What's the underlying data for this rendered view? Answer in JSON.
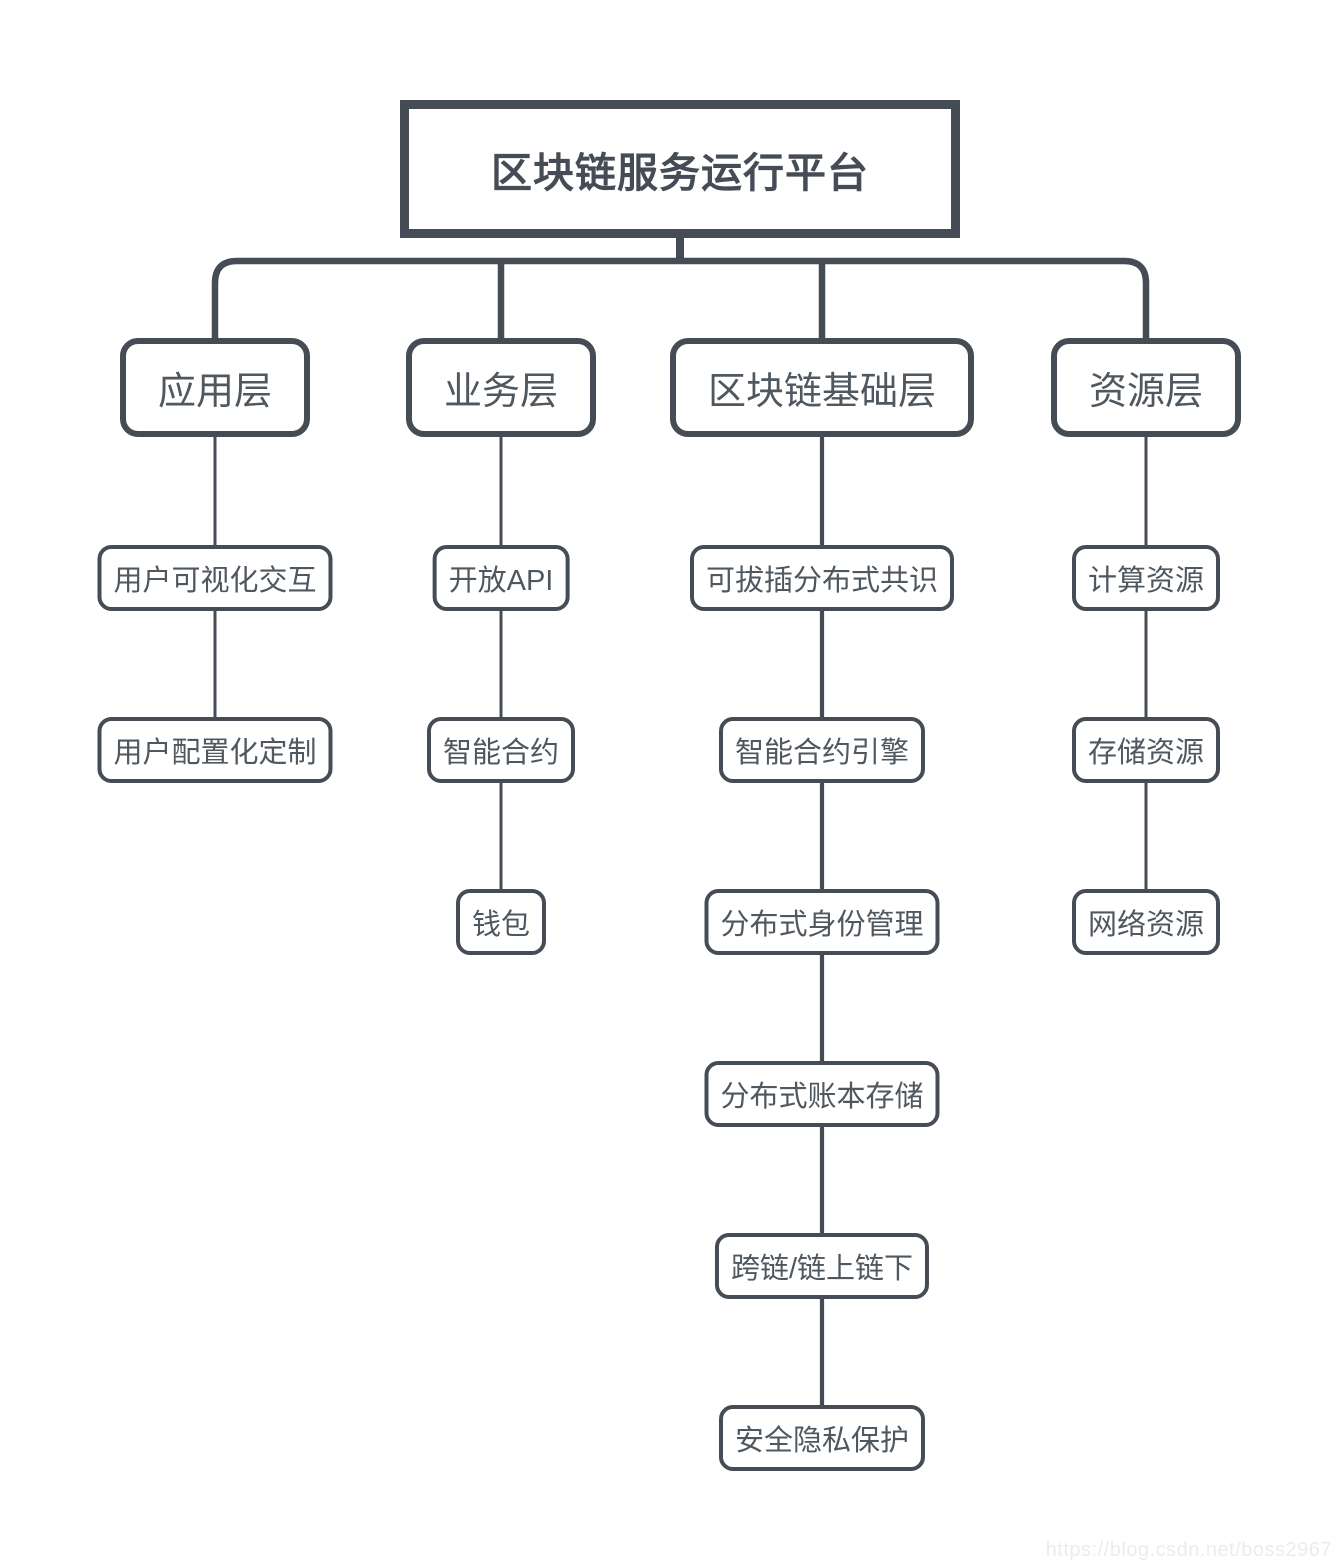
{
  "diagram": {
    "root": {
      "label": "区块链服务运行平台"
    },
    "columns": [
      {
        "header": "应用层",
        "children": [
          "用户可视化交互",
          "用户配置化定制"
        ]
      },
      {
        "header": "业务层",
        "children": [
          "开放API",
          "智能合约",
          "钱包"
        ]
      },
      {
        "header": "区块链基础层",
        "children": [
          "可拔插分布式共识",
          "智能合约引擎",
          "分布式身份管理",
          "分布式账本存储",
          "跨链/链上链下",
          "安全隐私保护"
        ]
      },
      {
        "header": "资源层",
        "children": [
          "计算资源",
          "存储资源",
          "网络资源"
        ]
      }
    ]
  },
  "watermark": {
    "text": "https://blog.csdn.net/boss2967"
  },
  "colors": {
    "line": "#454C55",
    "node_text": "#4F575F",
    "watermark": "#ECECEE",
    "background": "#FFFFFF"
  }
}
